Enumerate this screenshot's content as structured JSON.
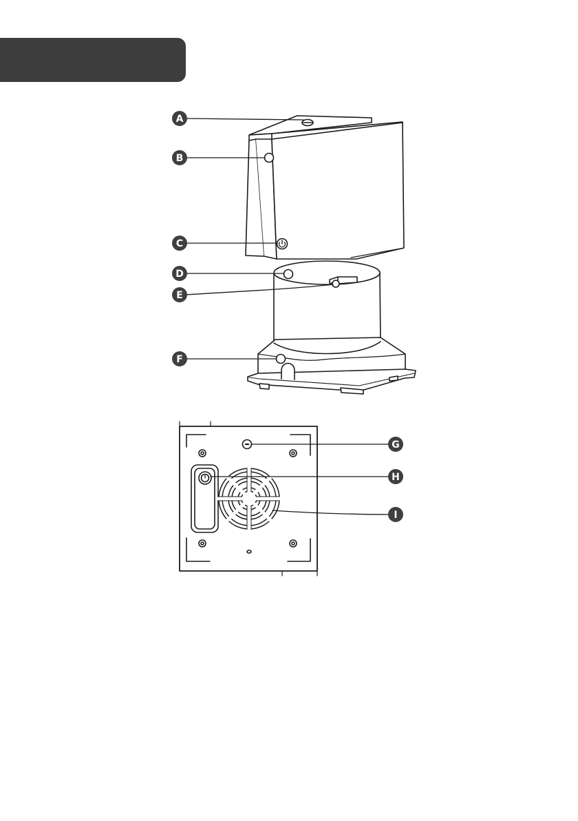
{
  "colors": {
    "tab": "#3d3d3d",
    "ink": "#1a1a1a",
    "callout_fill": "#3f3f3f",
    "callout_text": "#ffffff"
  },
  "callouts": {
    "a": "A",
    "b": "B",
    "c": "C",
    "d": "D",
    "e": "E",
    "f": "F",
    "g": "G",
    "h": "H",
    "i": "I"
  }
}
